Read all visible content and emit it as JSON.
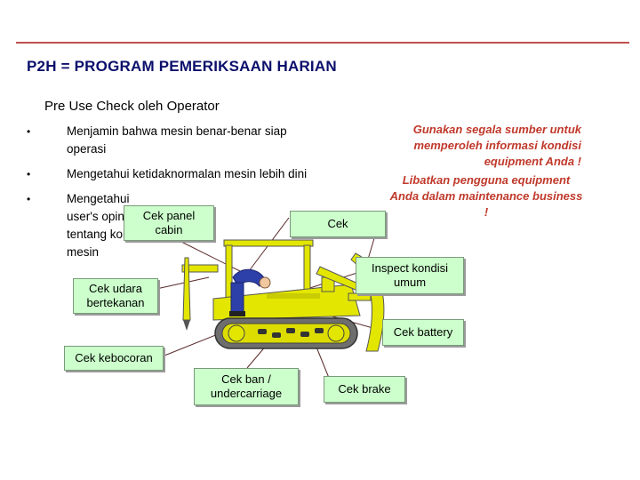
{
  "header": {
    "title": "P2H = PROGRAM PEMERIKSAAN HARIAN",
    "subtitle": "Pre Use Check oleh Operator"
  },
  "bullets": [
    {
      "marker": "•",
      "text": "Menjamin bahwa mesin benar-benar siap operasi"
    },
    {
      "marker": "•",
      "text": "Mengetahui ketidaknormalan mesin lebih dini"
    },
    {
      "marker": "•",
      "text": "Mengetahui user's opinion tentang kondisi mesin"
    }
  ],
  "notes": {
    "note1": "Gunakan segala sumber untuk memperoleh informasi kondisi equipment Anda !",
    "note2": "Libatkan pengguna equipment Anda dalam maintenance business !"
  },
  "callouts": {
    "panel_cabin": "Cek panel cabin",
    "cek": "Cek",
    "inspect_umum": "Inspect kondisi umum",
    "udara": "Cek udara bertekanan",
    "battery": "Cek battery",
    "kebocoran": "Cek kebocoran",
    "ban": "Cek ban / undercarriage",
    "brake": "Cek brake"
  },
  "colors": {
    "title": "#0b0f6b",
    "rule": "#c0504d",
    "note": "#c0392b",
    "callout_fill": "#ccffcc",
    "dozer_yellow": "#e3e600",
    "track": "#6e6e6e",
    "operator_shirt": "#2d3fa8",
    "leader_line": "#5a2a2a"
  }
}
